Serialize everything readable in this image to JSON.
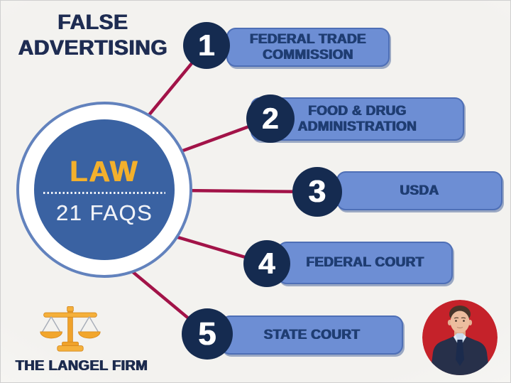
{
  "title": {
    "line1": "FALSE",
    "line2": "ADVERTISING"
  },
  "hub": {
    "label": "LAW",
    "sublabel": "21 FAQS"
  },
  "items": [
    {
      "number": "1",
      "label": "FEDERAL TRADE COMMISSION"
    },
    {
      "number": "2",
      "label": "FOOD & DRUG ADMINISTRATION"
    },
    {
      "number": "3",
      "label": "USDA"
    },
    {
      "number": "4",
      "label": "FEDERAL COURT"
    },
    {
      "number": "5",
      "label": "STATE COURT"
    }
  ],
  "footer": {
    "brand": "THE LANGEL FIRM"
  },
  "icons": {
    "scales": "scales-of-justice-icon",
    "portrait": "attorney-portrait-photo"
  },
  "colors": {
    "background": "#f4f3f1",
    "navy_text": "#1e2c52",
    "number_circle": "#152b50",
    "pill_fill": "#6d8ed4",
    "pill_border": "#4e6fb6",
    "pill_text": "#1f3d72",
    "hub_fill": "#3a62a2",
    "hub_ring": "#6282bd",
    "hub_label_yellow": "#f3b02c",
    "connector_line": "#a21348",
    "portrait_background": "#c5222a",
    "scales_gold": "#f1aa2e"
  }
}
